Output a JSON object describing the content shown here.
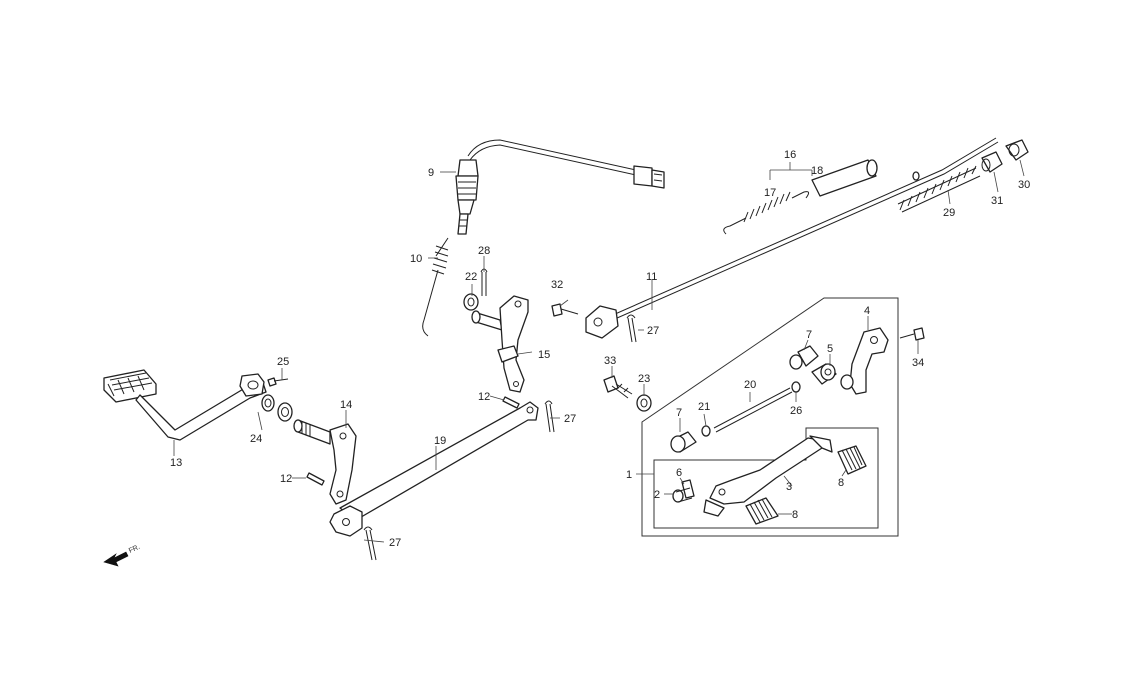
{
  "labels": {
    "n1": "1",
    "n2": "2",
    "n3": "3",
    "n4": "4",
    "n5": "5",
    "n6": "6",
    "n7a": "7",
    "n7b": "7",
    "n8a": "8",
    "n8b": "8",
    "n9": "9",
    "n10": "10",
    "n11": "11",
    "n12a": "12",
    "n12b": "12",
    "n13": "13",
    "n14": "14",
    "n15": "15",
    "n16": "16",
    "n17": "17",
    "n18": "18",
    "n19": "19",
    "n20": "20",
    "n21": "21",
    "n22": "22",
    "n23": "23",
    "n24": "24",
    "n25": "25",
    "n26": "26",
    "n27a": "27",
    "n27b": "27",
    "n27c": "27",
    "n28": "28",
    "n29": "29",
    "n30": "30",
    "n31": "31",
    "n32": "32",
    "n33": "33",
    "n34": "34"
  },
  "direction": {
    "text": "FR."
  }
}
